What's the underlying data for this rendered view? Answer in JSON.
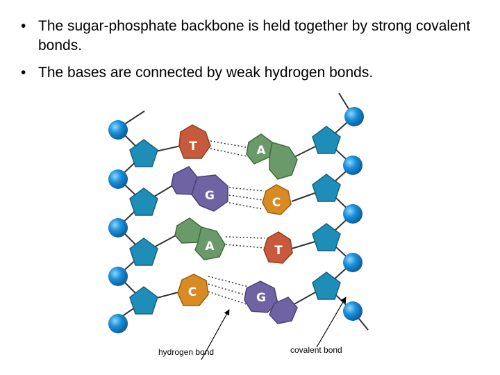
{
  "bullets": [
    "The sugar-phosphate backbone is held together by strong covalent bonds.",
    "The bases are connected by weak hydrogen bonds."
  ],
  "bullet_glyph": "•",
  "bases": {
    "left": [
      "T",
      "G",
      "A",
      "C"
    ],
    "right": [
      "A",
      "C",
      "T",
      "G"
    ]
  },
  "labels": {
    "hydrogen": "hydrogen bond",
    "covalent": "covalent bond"
  },
  "colors": {
    "phosphate": "#1a8fd8",
    "sugar": "#1e8db8",
    "T": "#c85a3c",
    "A": "#6a9a6a",
    "G": "#6f63a3",
    "C": "#d98a22"
  }
}
